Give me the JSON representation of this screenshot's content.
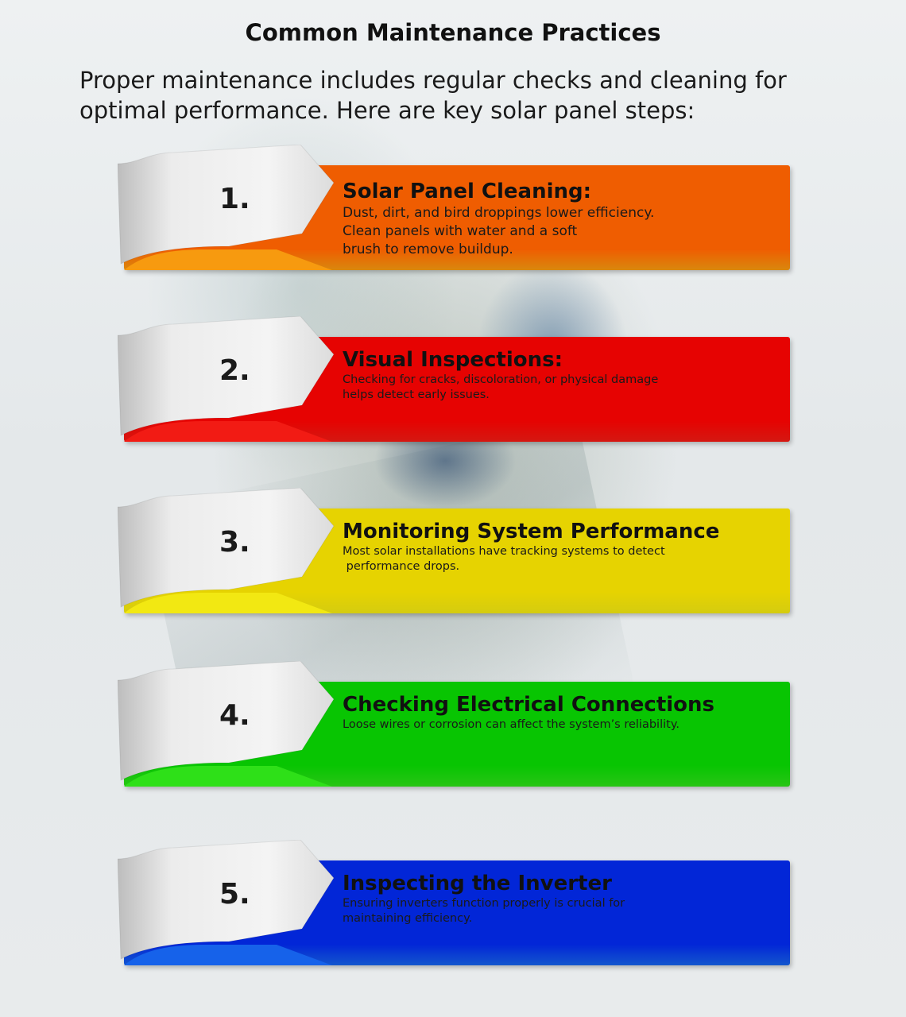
{
  "title": "Common Maintenance Practices",
  "intro": "Proper maintenance includes regular checks and cleaning for optimal performance. Here are key solar panel steps:",
  "steps": [
    {
      "number": "1.",
      "heading": "Solar Panel Cleaning:",
      "lines": [
        "Dust, dirt, and bird droppings lower efficiency.",
        "Clean panels with water and a soft",
        "brush to remove buildup."
      ],
      "color": "#f79a0f"
    },
    {
      "number": "2.",
      "heading": "Visual Inspections:",
      "lines": [
        "Checking for cracks, discoloration, or physical damage",
        "helps detect early issues."
      ],
      "color": "#f21b14"
    },
    {
      "number": "3.",
      "heading": "Monitoring System Performance",
      "lines": [
        "Most solar installations have tracking systems to detect",
        " performance drops."
      ],
      "color": "#f2e812"
    },
    {
      "number": "4.",
      "heading": "Checking Electrical Connections",
      "lines": [
        "Loose wires or corrosion can affect the system’s reliability."
      ],
      "color": "#2ee018"
    },
    {
      "number": "5.",
      "heading": "Inspecting the Inverter",
      "lines": [
        "Ensuring inverters function properly is crucial for",
        "maintaining efficiency."
      ],
      "color": "#1662ea"
    }
  ]
}
